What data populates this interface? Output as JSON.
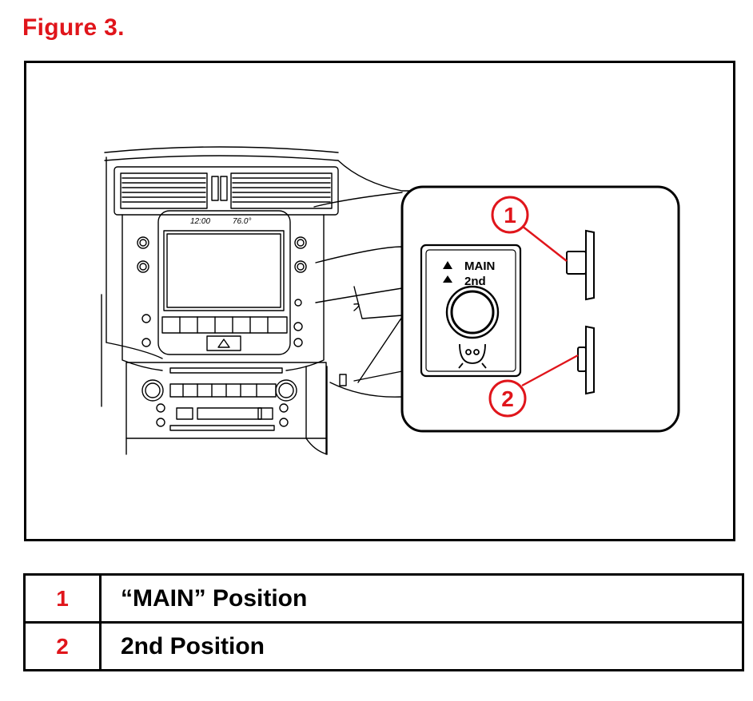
{
  "figure": {
    "title": "Figure 3."
  },
  "diagram": {
    "radio_display": {
      "clock": "12:00",
      "temp": "76.0°"
    },
    "switch": {
      "main_label": "MAIN",
      "second_label": "2nd"
    },
    "callouts": [
      "1",
      "2"
    ],
    "colors": {
      "callout": "#e0151b",
      "line": "#000000"
    }
  },
  "legend": {
    "rows": [
      {
        "num": "1",
        "label": "“MAIN” Position"
      },
      {
        "num": "2",
        "label": "2nd Position"
      }
    ]
  }
}
